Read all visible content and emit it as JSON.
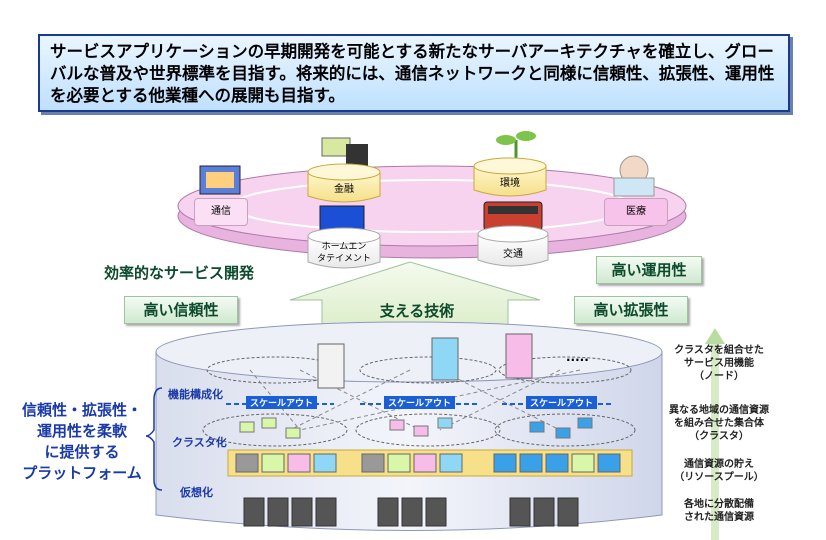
{
  "headline": "サービスアプリケーションの早期開発を可能とする新たなサーバアーキテクチャを確立し、グローバルな普及や世界標準を目指す。将来的には、通信ネットワークと同様に信頼性、拡張性、運用性を必要とする他業種への展開も目指す。",
  "services": {
    "finance": "金融",
    "environment": "環境",
    "telecom": "通信",
    "medical": "医療",
    "home_ent_line1": "ホームエン",
    "home_ent_line2": "タテイメント",
    "transport": "交通"
  },
  "benefits": {
    "efficient_dev": "効率的なサービス開発",
    "high_operability": "高い運用性",
    "high_reliability": "高い信頼性",
    "support_tech": "支える技術",
    "high_scalability": "高い拡張性"
  },
  "platform": {
    "line1": "信頼性・拡張性・",
    "line2": "運用性を柔軟",
    "line3": "に提供する",
    "line4": "プラットフォーム"
  },
  "layers": {
    "device_virtualization": "機能構成化",
    "cluster": "クラスタ化",
    "virtualization": "仮想化"
  },
  "scaleout": "スケールアウト",
  "ellipsis": ".....",
  "right_labels": {
    "node_l1": "クラスタを組合せた",
    "node_l2": "サービス用機能",
    "node_l3": "（ノード）",
    "cluster_l1": "異なる地域の通信資源",
    "cluster_l2": "を組み合せた集合体",
    "cluster_l3": "（クラスタ）",
    "pool_l1": "通信資源の貯え",
    "pool_l2": "（リソースプール）",
    "dist_l1": "各地に分散配備",
    "dist_l2": "された通信資源"
  },
  "colors": {
    "ring": "#f4c8ec",
    "arrow": "#e8f3da",
    "platform": "#e8ebf5",
    "title_border": "#1a3a8c",
    "accent_blue": "#1a3aa8"
  }
}
